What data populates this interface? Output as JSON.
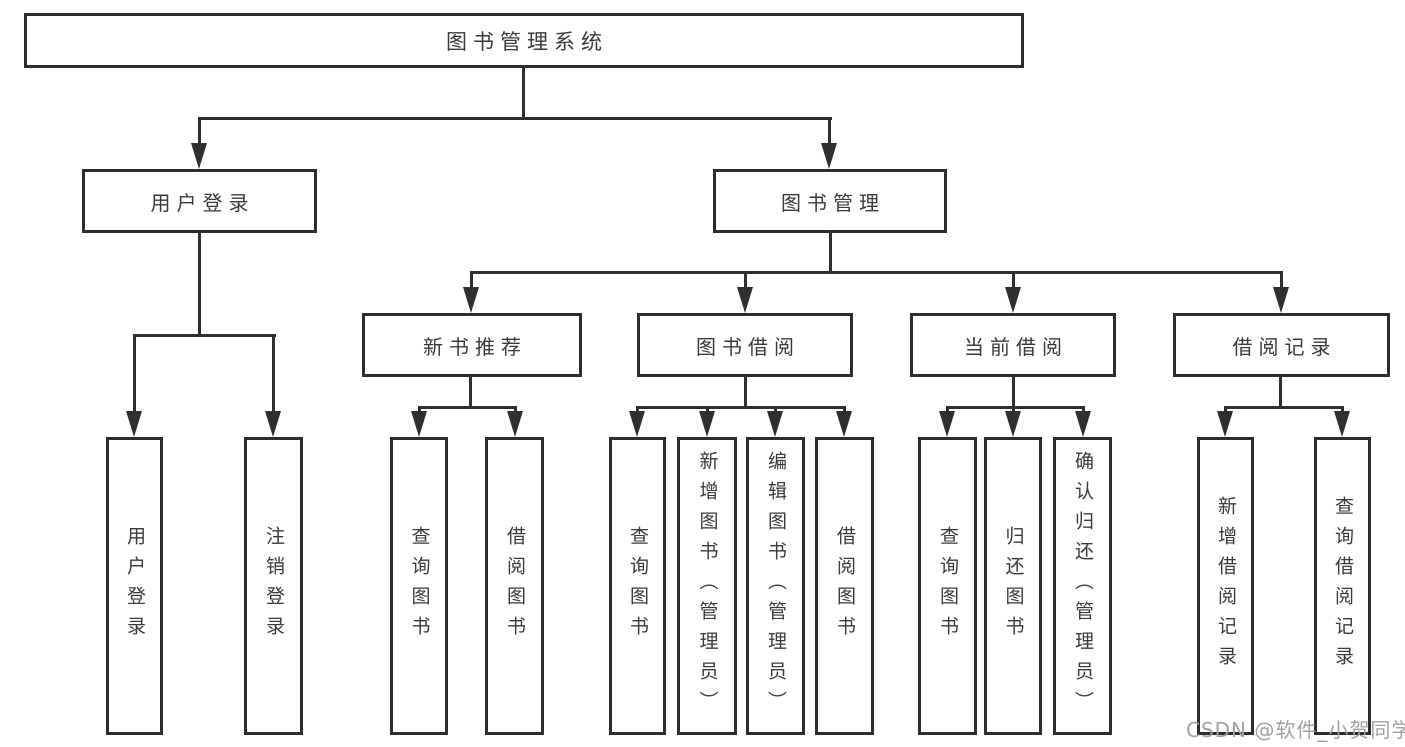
{
  "tree": {
    "label": "图书管理系统",
    "children": [
      {
        "label": "用户登录",
        "children": [
          {
            "label": "用户登录"
          },
          {
            "label": "注销登录"
          }
        ]
      },
      {
        "label": "图书管理",
        "children": [
          {
            "label": "新书推荐",
            "children": [
              {
                "label": "查询图书"
              },
              {
                "label": "借阅图书"
              }
            ]
          },
          {
            "label": "图书借阅",
            "children": [
              {
                "label": "查询图书"
              },
              {
                "label": "新增图书（管理员）"
              },
              {
                "label": "编辑图书（管理员）"
              },
              {
                "label": "借阅图书"
              }
            ]
          },
          {
            "label": "当前借阅",
            "children": [
              {
                "label": "查询图书"
              },
              {
                "label": "归还图书"
              },
              {
                "label": "确认归还（管理员）"
              }
            ]
          },
          {
            "label": "借阅记录",
            "children": [
              {
                "label": "新增借阅记录"
              },
              {
                "label": "查询借阅记录"
              }
            ]
          }
        ]
      }
    ]
  },
  "watermark": {
    "text": "CSDN @软件_小贺同学"
  },
  "colors": {
    "line": "#2f2f2f",
    "box_border": "#2d2d2d",
    "text": "#3a3a3a",
    "background": "#ffffff",
    "watermark": "#a2a2a2"
  }
}
